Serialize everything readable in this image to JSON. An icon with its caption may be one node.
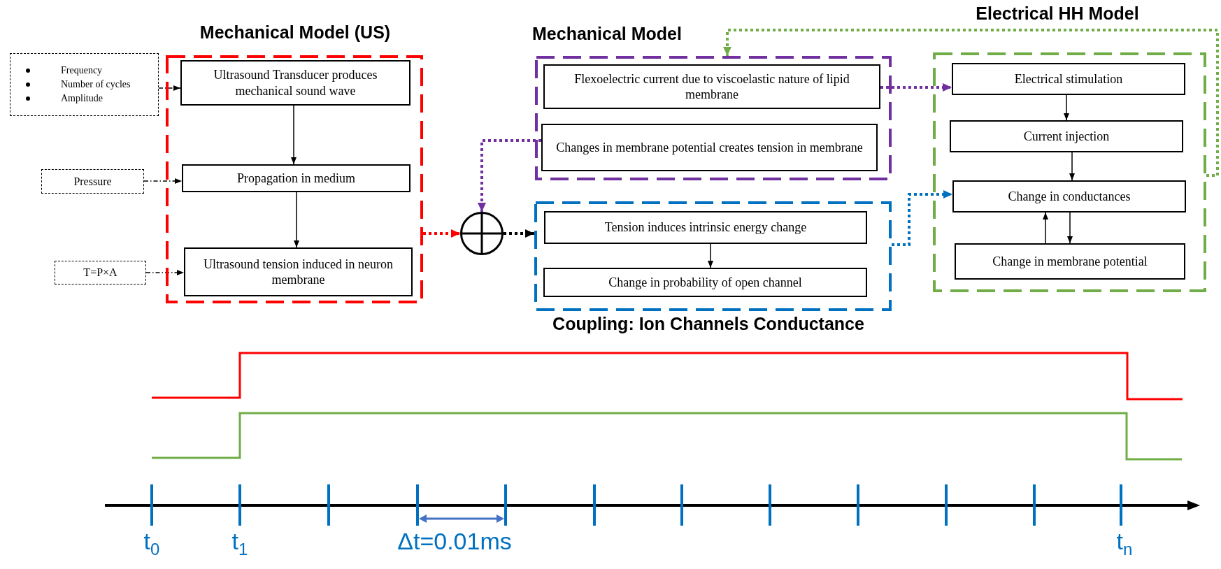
{
  "diagram": {
    "nodes": [
      {
        "text": [
          "Frequency",
          "Number of cycles",
          "Amplitude"
        ]
      },
      {
        "text": [
          "Pressure"
        ]
      },
      {
        "text": [
          "T=P×A"
        ]
      },
      {
        "text": [
          "Mechanical Model (US)"
        ]
      },
      {
        "text": [
          "Ultrasound Transducer produces mechanical sound wave"
        ],
        "in": 3
      },
      {
        "text": [
          "Propagation in medium"
        ],
        "in": 3
      },
      {
        "text": [
          "Ultrasound tension induced in neuron membrane"
        ],
        "in": 3
      },
      {
        "text": [],
        "shape": "circle"
      },
      {
        "text": [
          "Mechanical Model"
        ]
      },
      {
        "text": [
          "Flexoelectric current due to viscoelastic nature of lipid membrane"
        ],
        "in": 8
      },
      {
        "text": [
          "Changes in membrane potential creates tension in membrane"
        ],
        "in": 8
      },
      {
        "text": [
          "Coupling: Ion Channels Conductance"
        ]
      },
      {
        "text": [
          "Tension induces intrinsic energy change"
        ],
        "in": 11
      },
      {
        "text": [
          "Change in probability of open channel"
        ],
        "in": 11
      },
      {
        "text": [
          "Electrical HH Model"
        ]
      },
      {
        "text": [
          "Electrical stimulation"
        ],
        "in": 14
      },
      {
        "text": [
          "Current injection"
        ],
        "in": 14
      },
      {
        "text": [
          "Change in conductances"
        ],
        "in": 14
      },
      {
        "text": [
          "Change in membrane potential"
        ],
        "in": 14
      }
    ],
    "edges": [
      {
        "from": 0,
        "to": 4,
        "arrow": "to",
        "style": "dashed"
      },
      {
        "from": 1,
        "to": 5,
        "arrow": "to",
        "style": "dashed"
      },
      {
        "from": 2,
        "to": 6,
        "arrow": "to",
        "style": "dashed"
      },
      {
        "from": 4,
        "to": 5,
        "arrow": "to"
      },
      {
        "from": 5,
        "to": 6,
        "arrow": "to"
      },
      {
        "from": 3,
        "to": 7,
        "arrow": "to",
        "style": "dashed",
        "color": "#ff0000"
      },
      {
        "from": 10,
        "to": 7,
        "arrow": "to",
        "style": "dashed",
        "color": "#7030a0"
      },
      {
        "from": 7,
        "to": 11,
        "arrow": "to",
        "style": "dashed"
      },
      {
        "from": 12,
        "to": 13,
        "arrow": "to"
      },
      {
        "from": 9,
        "to": 15,
        "arrow": "to",
        "style": "dashed",
        "color": "#7030a0"
      },
      {
        "from": 11,
        "to": 17,
        "arrow": "to",
        "style": "dashed",
        "color": "#0070c0"
      },
      {
        "from": 14,
        "to": 8,
        "arrow": "to",
        "style": "dashed",
        "color": "#70ad47"
      },
      {
        "from": 15,
        "to": 16,
        "arrow": "to"
      },
      {
        "from": 16,
        "to": 17,
        "arrow": "to"
      },
      {
        "from": 17,
        "to": 18,
        "arrow": "to"
      },
      {
        "from": 18,
        "to": 17,
        "arrow": "to"
      }
    ],
    "labels": [
      "t$_{0}$",
      "t$_{1}$",
      "Δt=0.01ms",
      "t$_{n}$"
    ]
  }
}
